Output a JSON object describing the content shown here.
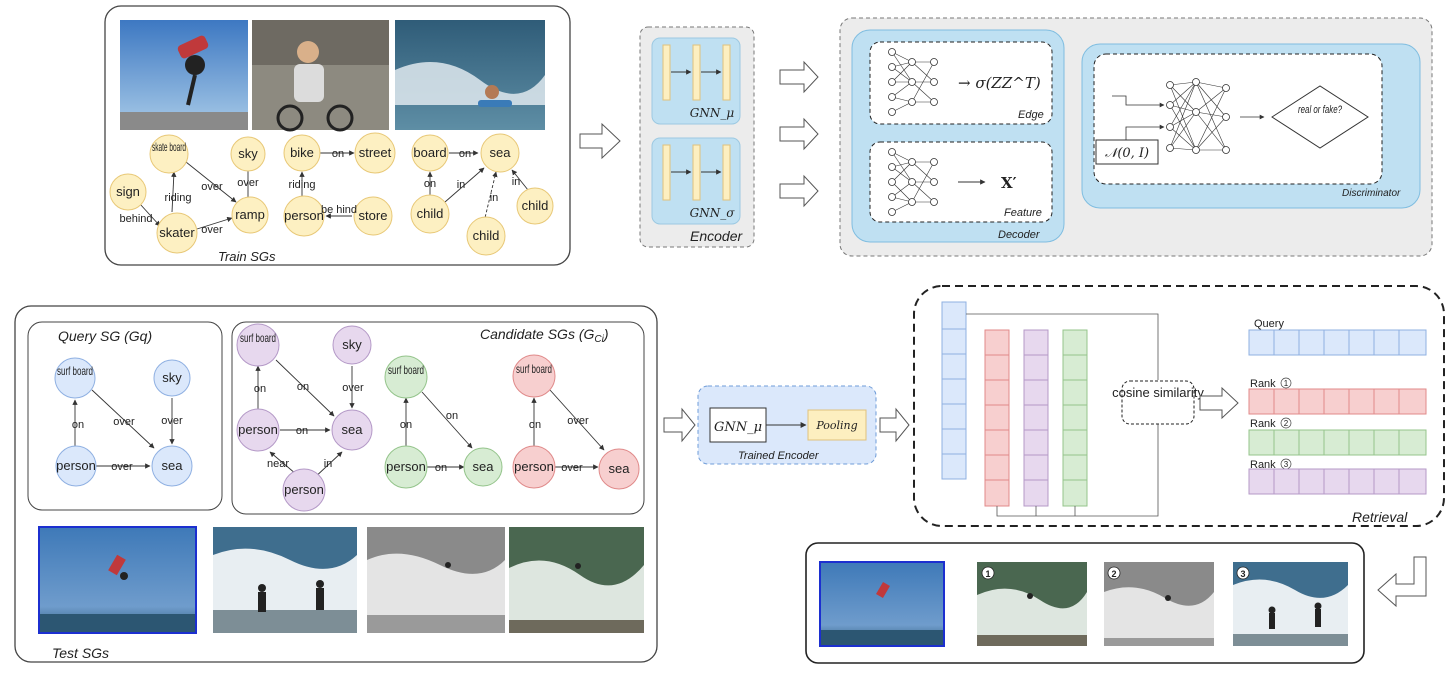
{
  "train_panel": {
    "caption": "Train SGs",
    "graph1_nodes": [
      "skate board",
      "sky",
      "sign",
      "ramp",
      "skater"
    ],
    "graph1_edges": [
      "over",
      "riding",
      "behind",
      "over",
      "over"
    ],
    "graph2_nodes": [
      "bike",
      "street",
      "person",
      "store"
    ],
    "graph2_edges": [
      "on",
      "riding",
      "be hind"
    ],
    "graph3_nodes": [
      "board",
      "sea",
      "child",
      "child",
      "child"
    ],
    "graph3_edges": [
      "on",
      "on",
      "in",
      "in",
      "in"
    ]
  },
  "encoder": {
    "label": "Encoder",
    "gnn_mu": "GNN_μ",
    "gnn_sigma": "GNN_σ"
  },
  "decoder": {
    "label": "Decoder",
    "edge_formula": "→ σ(ZZ^T)",
    "edge_label": "Edge",
    "feature_formula": "X′",
    "feature_label": "Feature"
  },
  "discriminator": {
    "label": "Discriminator",
    "noise": "𝒩(0, I)",
    "decision": "real or fake?"
  },
  "query_panel": {
    "title": "Query SG (Gq)",
    "nodes": [
      "surf board",
      "sky",
      "person",
      "sea"
    ],
    "edges": [
      "on",
      "over",
      "over",
      "over"
    ]
  },
  "candidate_panel": {
    "title": "Candidate SGs (G",
    "title_sub": "Ci",
    "title_end": ")",
    "purple_nodes": [
      "surf board",
      "sky",
      "person",
      "sea",
      "person"
    ],
    "purple_edges": [
      "on",
      "on",
      "over",
      "on",
      "near",
      "in"
    ],
    "green_nodes": [
      "surf board",
      "person",
      "sea"
    ],
    "green_edges": [
      "on",
      "on",
      "on"
    ],
    "red_nodes": [
      "surf board",
      "person",
      "sea"
    ],
    "red_edges": [
      "on",
      "over",
      "over"
    ]
  },
  "test_caption": "Test SGs",
  "trained_encoder": {
    "label": "Trained Encoder",
    "gnn": "GNN_μ",
    "pooling": "Pooling"
  },
  "retrieval": {
    "label": "Retrieval",
    "similarity": "cosine similarity",
    "query": "Query",
    "rank1": "Rank",
    "rank2": "Rank",
    "rank3": "Rank",
    "rank_numbers": [
      "1",
      "2",
      "3"
    ]
  },
  "result_badges": [
    "1",
    "2",
    "3"
  ],
  "colors": {
    "yellow": "#fdf0c2",
    "yellow_stroke": "#e8c877",
    "blue": "#dbe8fb",
    "blue_stroke": "#8fb0e2",
    "purple": "#e7d8ee",
    "purple_stroke": "#b499c7",
    "green": "#d7ecd3",
    "green_stroke": "#94c48b",
    "red": "#f7cfcf",
    "red_stroke": "#e08a8a",
    "panel_blue": "#bfe0f2",
    "panel_gray": "#ececec"
  }
}
